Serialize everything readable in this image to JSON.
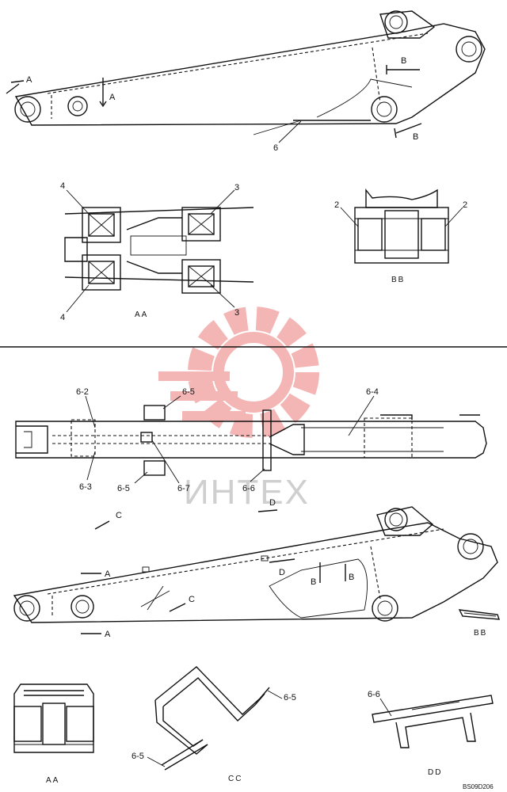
{
  "watermark": {
    "text": "ИНТЕХ",
    "color": "#e85c5c"
  },
  "drawing_code": "BS09D206",
  "top": {
    "view_arrows": [
      "A",
      "A",
      "B",
      "B"
    ],
    "part_label": "6",
    "aa": {
      "labels": [
        "4",
        "3",
        "4",
        "3"
      ],
      "caption": "AA"
    },
    "bb": {
      "labels": [
        "2",
        "2"
      ],
      "caption": "BB"
    }
  },
  "bottom": {
    "plan_labels": [
      "6-2",
      "6-5",
      "6-4",
      "6-3",
      "6-5",
      "6-7",
      "6-6"
    ],
    "view_arrows": [
      "C",
      "D",
      "A",
      "A",
      "C",
      "D",
      "B",
      "B"
    ],
    "aa_caption": "AA",
    "bb_caption": "BB",
    "cc": {
      "labels": [
        "6-5",
        "6-5"
      ],
      "caption": "CC"
    },
    "dd": {
      "label": "6-6",
      "caption": "DD"
    }
  }
}
